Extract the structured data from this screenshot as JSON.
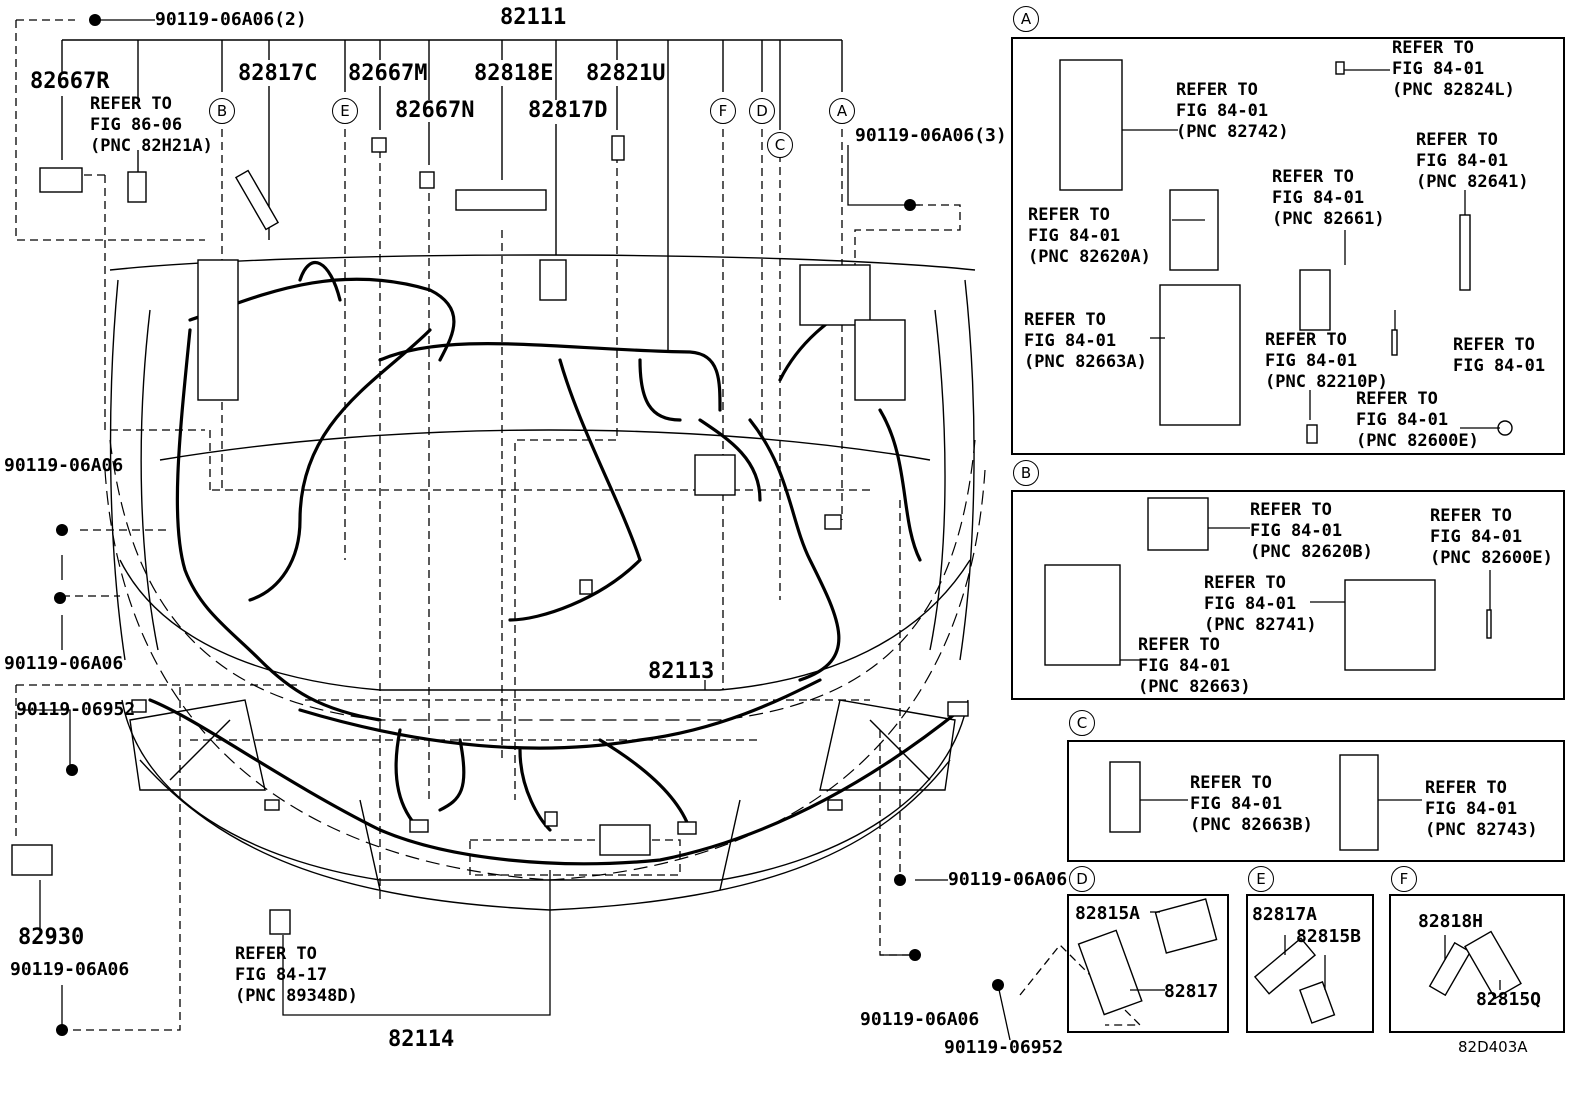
{
  "diagram": {
    "main_parts": {
      "p82111": "82111",
      "p82113": "82113",
      "p82114": "82114",
      "p82667R": "82667R",
      "p82817C": "82817C",
      "p82667M": "82667M",
      "p82667N": "82667N",
      "p82818E": "82818E",
      "p82817D": "82817D",
      "p82821U": "82821U",
      "p82930": "82930"
    },
    "bolts": {
      "b1": "90119-06A06(2)",
      "b2": "90119-06A06(3)",
      "b3": "90119-06A06",
      "b4": "90119-06A06",
      "b5": "90119-06952",
      "b6": "90119-06A06",
      "b7": "90119-06A06",
      "b8": "90119-06A06",
      "b9": "90119-06952"
    },
    "refs": {
      "r_main1": [
        "REFER TO",
        "FIG 86-06",
        "(PNC 82H21A)"
      ],
      "r_main2": [
        "REFER TO",
        "FIG 84-17",
        "(PNC 89348D)"
      ],
      "rA1": [
        "REFER TO",
        "FIG 84-01",
        "(PNC 82742)"
      ],
      "rA2": [
        "REFER TO",
        "FIG 84-01",
        "(PNC 82824L)"
      ],
      "rA3": [
        "REFER TO",
        "FIG 84-01",
        "(PNC 82641)"
      ],
      "rA4": [
        "REFER TO",
        "FIG 84-01",
        "(PNC 82620A)"
      ],
      "rA5": [
        "REFER TO",
        "FIG 84-01",
        "(PNC 82661)"
      ],
      "rA6": [
        "REFER TO",
        "FIG 84-01",
        "(PNC 82663A)"
      ],
      "rA7": [
        "REFER TO",
        "FIG 84-01",
        "(PNC 82210P)"
      ],
      "rA8": [
        "REFER TO",
        "FIG 84-01",
        "(PNC 82600E)"
      ],
      "rA9": [
        "REFER TO",
        "FIG 84-01"
      ],
      "rB1": [
        "REFER TO",
        "FIG 84-01",
        "(PNC 82620B)"
      ],
      "rB2": [
        "REFER TO",
        "FIG 84-01",
        "(PNC 82600E)"
      ],
      "rB3": [
        "REFER TO",
        "FIG 84-01",
        "(PNC 82741)"
      ],
      "rB4": [
        "REFER TO",
        "FIG 84-01",
        "(PNC 82663)"
      ],
      "rC1": [
        "REFER TO",
        "FIG 84-01",
        "(PNC 82663B)"
      ],
      "rC2": [
        "REFER TO",
        "FIG 84-01",
        "(PNC 82743)"
      ]
    },
    "inset_parts": {
      "d1": "82815A",
      "d2": "82817",
      "e1": "82817A",
      "e2": "82815B",
      "f1": "82818H",
      "f2": "82815Q"
    },
    "circle_labels": {
      "A": "A",
      "B": "B",
      "C": "C",
      "D": "D",
      "E": "E",
      "F": "F"
    },
    "figure_code": "82D403A"
  }
}
